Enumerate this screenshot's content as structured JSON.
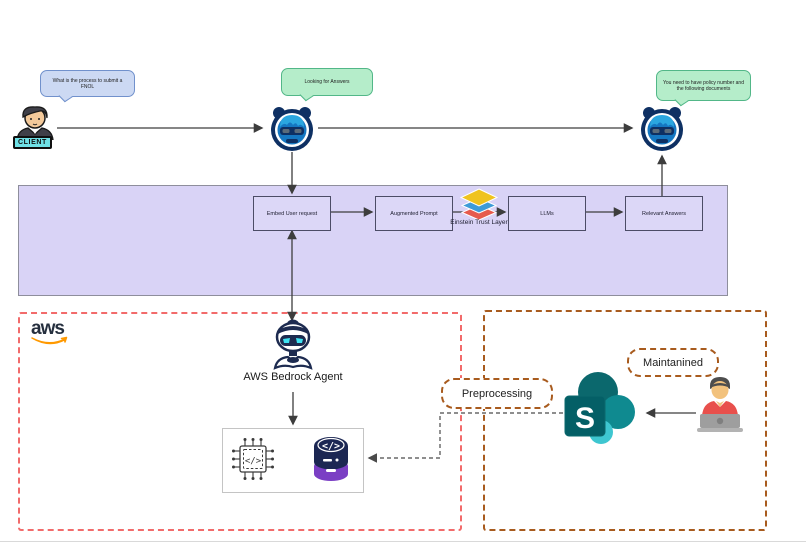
{
  "actors": {
    "client": {
      "label": "CLIENT",
      "bubble": "What is the process to submit a FNOL"
    },
    "chatbot_left": {
      "bubble": "Looking for Answers"
    },
    "chatbot_right": {
      "bubble": "You need to have policy number and the following documents"
    }
  },
  "flow": {
    "steps": [
      "Embed User request",
      "Augmented Prompt",
      "LLMs",
      "Relevant Answers"
    ],
    "trust_layer": "Einstein Trust Layer"
  },
  "aws": {
    "logo_text": "aws",
    "agent_label": "AWS Bedrock Agent"
  },
  "labels": {
    "preprocessing": "Preprocessing",
    "maintained": "Maintanined"
  },
  "icons": [
    "client-person-icon",
    "chatbot-icon",
    "aws-logo-icon",
    "bedrock-robot-icon",
    "chip-code-icon",
    "vector-database-icon",
    "einstein-trust-layer-icon",
    "sharepoint-icon",
    "person-laptop-icon"
  ],
  "colors": {
    "panel_purple": "#d9d3f6",
    "node_fill": "#dcd7f7",
    "bubble_blue": "#ccd9f3",
    "bubble_green": "#b5edca",
    "aws_dashed_border": "#f26b6b",
    "knowledge_dashed_border": "#a85b1e",
    "arrow": "#3d3d3d",
    "bot_navy": "#0e3063",
    "bot_blue": "#1577c1",
    "trust_yellow": "#efc31f",
    "trust_blue": "#3e9bd8",
    "trust_red": "#e65a4d",
    "db_purple": "#7b3fc4",
    "sharepoint_teal": "#0b686d",
    "aws_orange": "#ff9900"
  }
}
